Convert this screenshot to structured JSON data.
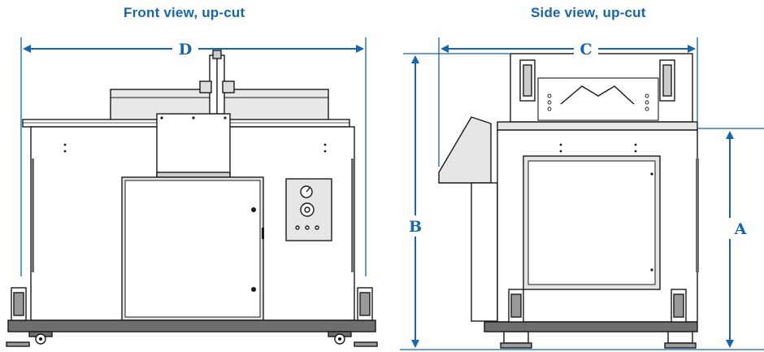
{
  "front_view": {
    "title": "Front view, up-cut",
    "dimension_labels": {
      "width": "D"
    }
  },
  "side_view": {
    "title": "Side view, up-cut",
    "dimension_labels": {
      "depth": "C",
      "overall_height": "B",
      "table_height": "A"
    }
  },
  "colors": {
    "accent": "#1565b0",
    "line": "#1a1a1a",
    "panel": "#e6e6e6",
    "base": "#6e6e6e"
  }
}
